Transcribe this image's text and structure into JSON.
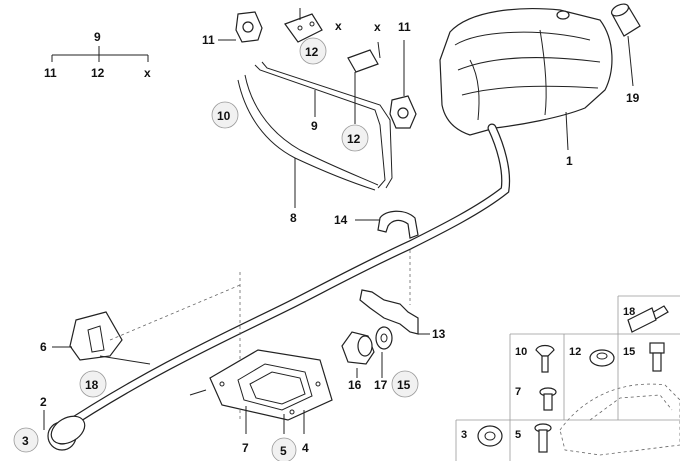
{
  "tree": {
    "root": "9",
    "children": [
      "11",
      "12",
      "x"
    ]
  },
  "callouts": {
    "p1": "1",
    "p2": "2",
    "p3": "3",
    "p4": "4",
    "p5": "5",
    "p6": "6",
    "p7": "7",
    "p8": "8",
    "p9": "9",
    "p10": "10",
    "p11a": "11",
    "p11b": "11",
    "p12a": "12",
    "p12b": "12",
    "p13": "13",
    "p14": "14",
    "p15": "15",
    "p16": "16",
    "p17": "17",
    "p18": "18",
    "p19": "19",
    "xa": "x",
    "xb": "x"
  },
  "grid": {
    "c18": "18",
    "c10": "10",
    "c12": "12",
    "c15": "15",
    "c7": "7",
    "c3": "3",
    "c5": "5"
  }
}
